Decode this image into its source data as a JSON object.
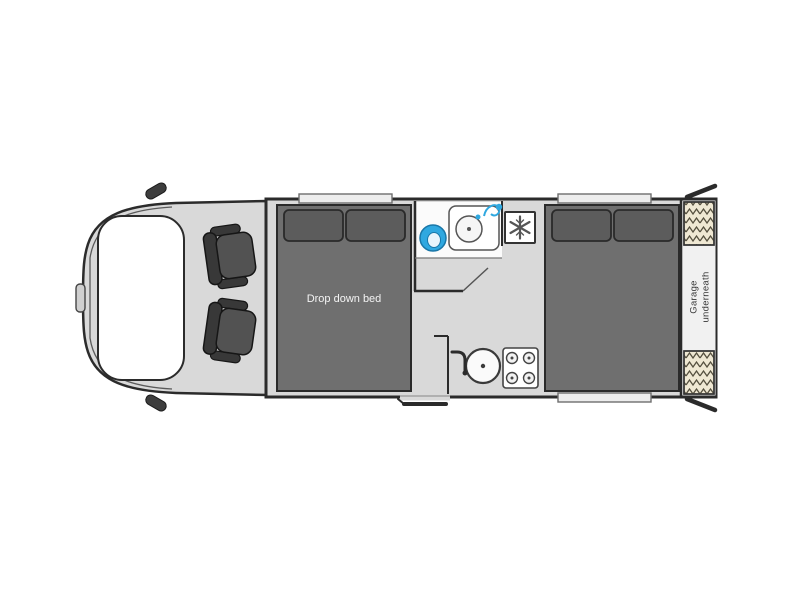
{
  "floorplan": {
    "labels": {
      "drop_down_bed": "Drop down bed",
      "garage_line1": "Garage",
      "garage_line2": "underneath"
    },
    "colors": {
      "body_fill": "#d9d9d9",
      "outline": "#2b2b2b",
      "bed_fill": "#6f6f6f",
      "bed_pillow": "#5c5c5c",
      "seat_dark": "#383838",
      "seat_light": "#525252",
      "fixture_blue": "#2fa8e0",
      "garage_panel": "#efe8d3",
      "window_band": "#ededed",
      "white": "#ffffff"
    },
    "icons": {
      "fridge": "snowflake-icon",
      "kitchen_sink": "sink-icon",
      "hob": "hob-icon",
      "toilet": "toilet-icon",
      "washbasin": "washbasin-icon",
      "shower": "shower-head-icon"
    }
  }
}
